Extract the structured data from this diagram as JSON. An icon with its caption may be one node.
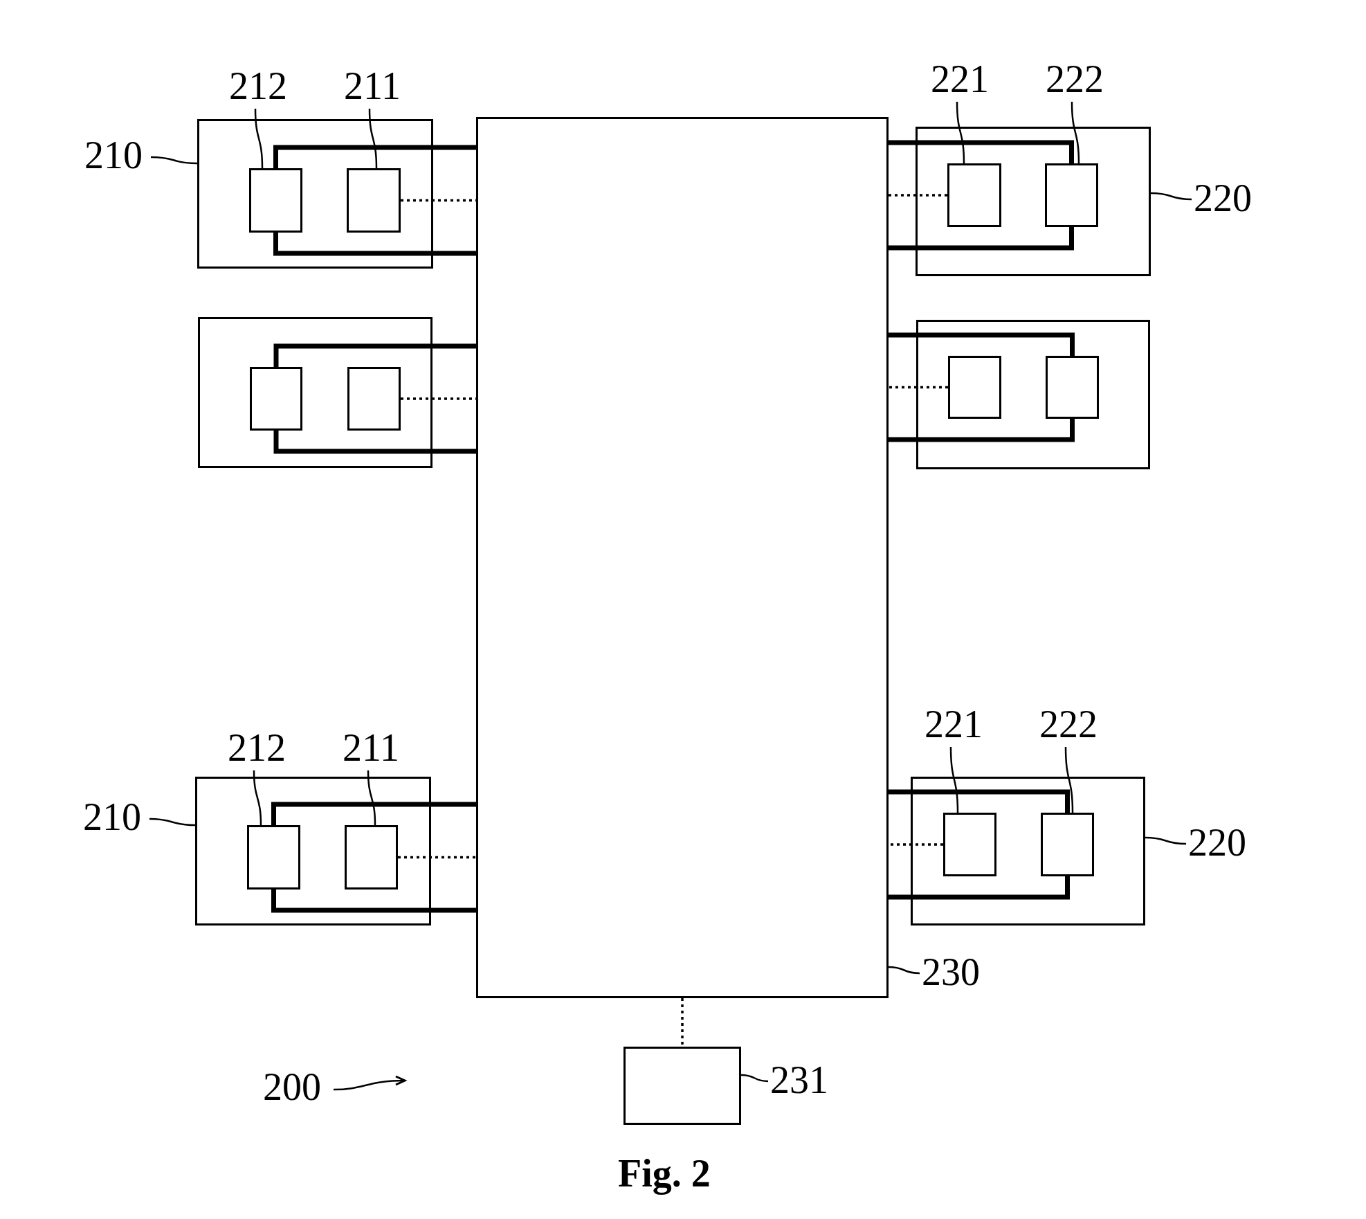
{
  "diagram": {
    "caption": "Fig. 2",
    "nodes": [
      {
        "text": [
          "212"
        ]
      },
      {
        "text": [
          "211"
        ]
      },
      {
        "text": [
          "221"
        ]
      },
      {
        "text": [
          "222"
        ]
      },
      {
        "text": [],
        "shape": "box"
      },
      {
        "text": [],
        "shape": "box"
      },
      {
        "text": [],
        "shape": "box",
        "in": 5
      },
      {
        "text": [],
        "shape": "box",
        "in": 5
      },
      {
        "text": [],
        "shape": "box"
      },
      {
        "text": [],
        "shape": "box",
        "in": 8
      },
      {
        "text": [],
        "shape": "box",
        "in": 8
      },
      {
        "text": [
          "210"
        ]
      },
      {
        "text": [
          "220"
        ]
      },
      {
        "text": [],
        "shape": "box"
      },
      {
        "text": [],
        "shape": "box",
        "in": 13
      },
      {
        "text": [],
        "shape": "box",
        "in": 13
      },
      {
        "text": [],
        "shape": "box"
      },
      {
        "text": [],
        "shape": "box",
        "in": 16
      },
      {
        "text": [],
        "shape": "box",
        "in": 16
      },
      {
        "text": [
          "221"
        ]
      },
      {
        "text": [
          "222"
        ]
      },
      {
        "text": [
          "212"
        ]
      },
      {
        "text": [
          "211"
        ]
      },
      {
        "text": [],
        "shape": "box"
      },
      {
        "text": [],
        "shape": "box",
        "in": 23
      },
      {
        "text": [],
        "shape": "box",
        "in": 23
      },
      {
        "text": [],
        "shape": "box"
      },
      {
        "text": [],
        "shape": "box",
        "in": 26
      },
      {
        "text": [],
        "shape": "box",
        "in": 26
      },
      {
        "text": [
          "210"
        ]
      },
      {
        "text": [
          "220"
        ]
      },
      {
        "text": [
          "230"
        ]
      },
      {
        "text": [],
        "shape": "box"
      },
      {
        "text": [
          "200"
        ]
      },
      {
        "text": [
          "231"
        ]
      }
    ],
    "edges": [
      {
        "from": 0,
        "to": 6,
        "arrow": "none"
      },
      {
        "from": 1,
        "to": 7,
        "arrow": "none"
      },
      {
        "from": 2,
        "to": 9,
        "arrow": "none"
      },
      {
        "from": 3,
        "to": 10,
        "arrow": "none"
      },
      {
        "from": 11,
        "to": 5,
        "arrow": "none"
      },
      {
        "from": 12,
        "to": 8,
        "arrow": "none"
      },
      {
        "from": 19,
        "to": 27,
        "arrow": "none"
      },
      {
        "from": 20,
        "to": 28,
        "arrow": "none"
      },
      {
        "from": 21,
        "to": 24,
        "arrow": "none"
      },
      {
        "from": 22,
        "to": 25,
        "arrow": "none"
      },
      {
        "from": 29,
        "to": 23,
        "arrow": "none"
      },
      {
        "from": 30,
        "to": 26,
        "arrow": "none"
      },
      {
        "from": 31,
        "to": 4,
        "arrow": "none"
      },
      {
        "from": 34,
        "to": 32,
        "arrow": "none"
      },
      {
        "from": 33,
        "to": null,
        "arrow": "to"
      },
      {
        "from": 6,
        "to": 4,
        "arrow": "none",
        "style": "thick"
      },
      {
        "from": 6,
        "to": 4,
        "arrow": "none",
        "style": "thick"
      },
      {
        "from": 7,
        "to": 4,
        "arrow": "none",
        "style": "dashed"
      },
      {
        "from": 10,
        "to": 4,
        "arrow": "none",
        "style": "thick"
      },
      {
        "from": 10,
        "to": 4,
        "arrow": "none",
        "style": "thick"
      },
      {
        "from": 9,
        "to": 4,
        "arrow": "none",
        "style": "dashed"
      },
      {
        "from": 14,
        "to": 4,
        "arrow": "none",
        "style": "thick"
      },
      {
        "from": 14,
        "to": 4,
        "arrow": "none",
        "style": "thick"
      },
      {
        "from": 15,
        "to": 4,
        "arrow": "none",
        "style": "dashed"
      },
      {
        "from": 18,
        "to": 4,
        "arrow": "none",
        "style": "thick"
      },
      {
        "from": 18,
        "to": 4,
        "arrow": "none",
        "style": "thick"
      },
      {
        "from": 17,
        "to": 4,
        "arrow": "none",
        "style": "dashed"
      },
      {
        "from": 24,
        "to": 4,
        "arrow": "none",
        "style": "thick"
      },
      {
        "from": 24,
        "to": 4,
        "arrow": "none",
        "style": "thick"
      },
      {
        "from": 25,
        "to": 4,
        "arrow": "none",
        "style": "dashed"
      },
      {
        "from": 28,
        "to": 4,
        "arrow": "none",
        "style": "thick"
      },
      {
        "from": 28,
        "to": 4,
        "arrow": "none",
        "style": "thick"
      },
      {
        "from": 27,
        "to": 4,
        "arrow": "none",
        "style": "dashed"
      },
      {
        "from": 4,
        "to": 32,
        "arrow": "none",
        "style": "dashed"
      }
    ]
  }
}
